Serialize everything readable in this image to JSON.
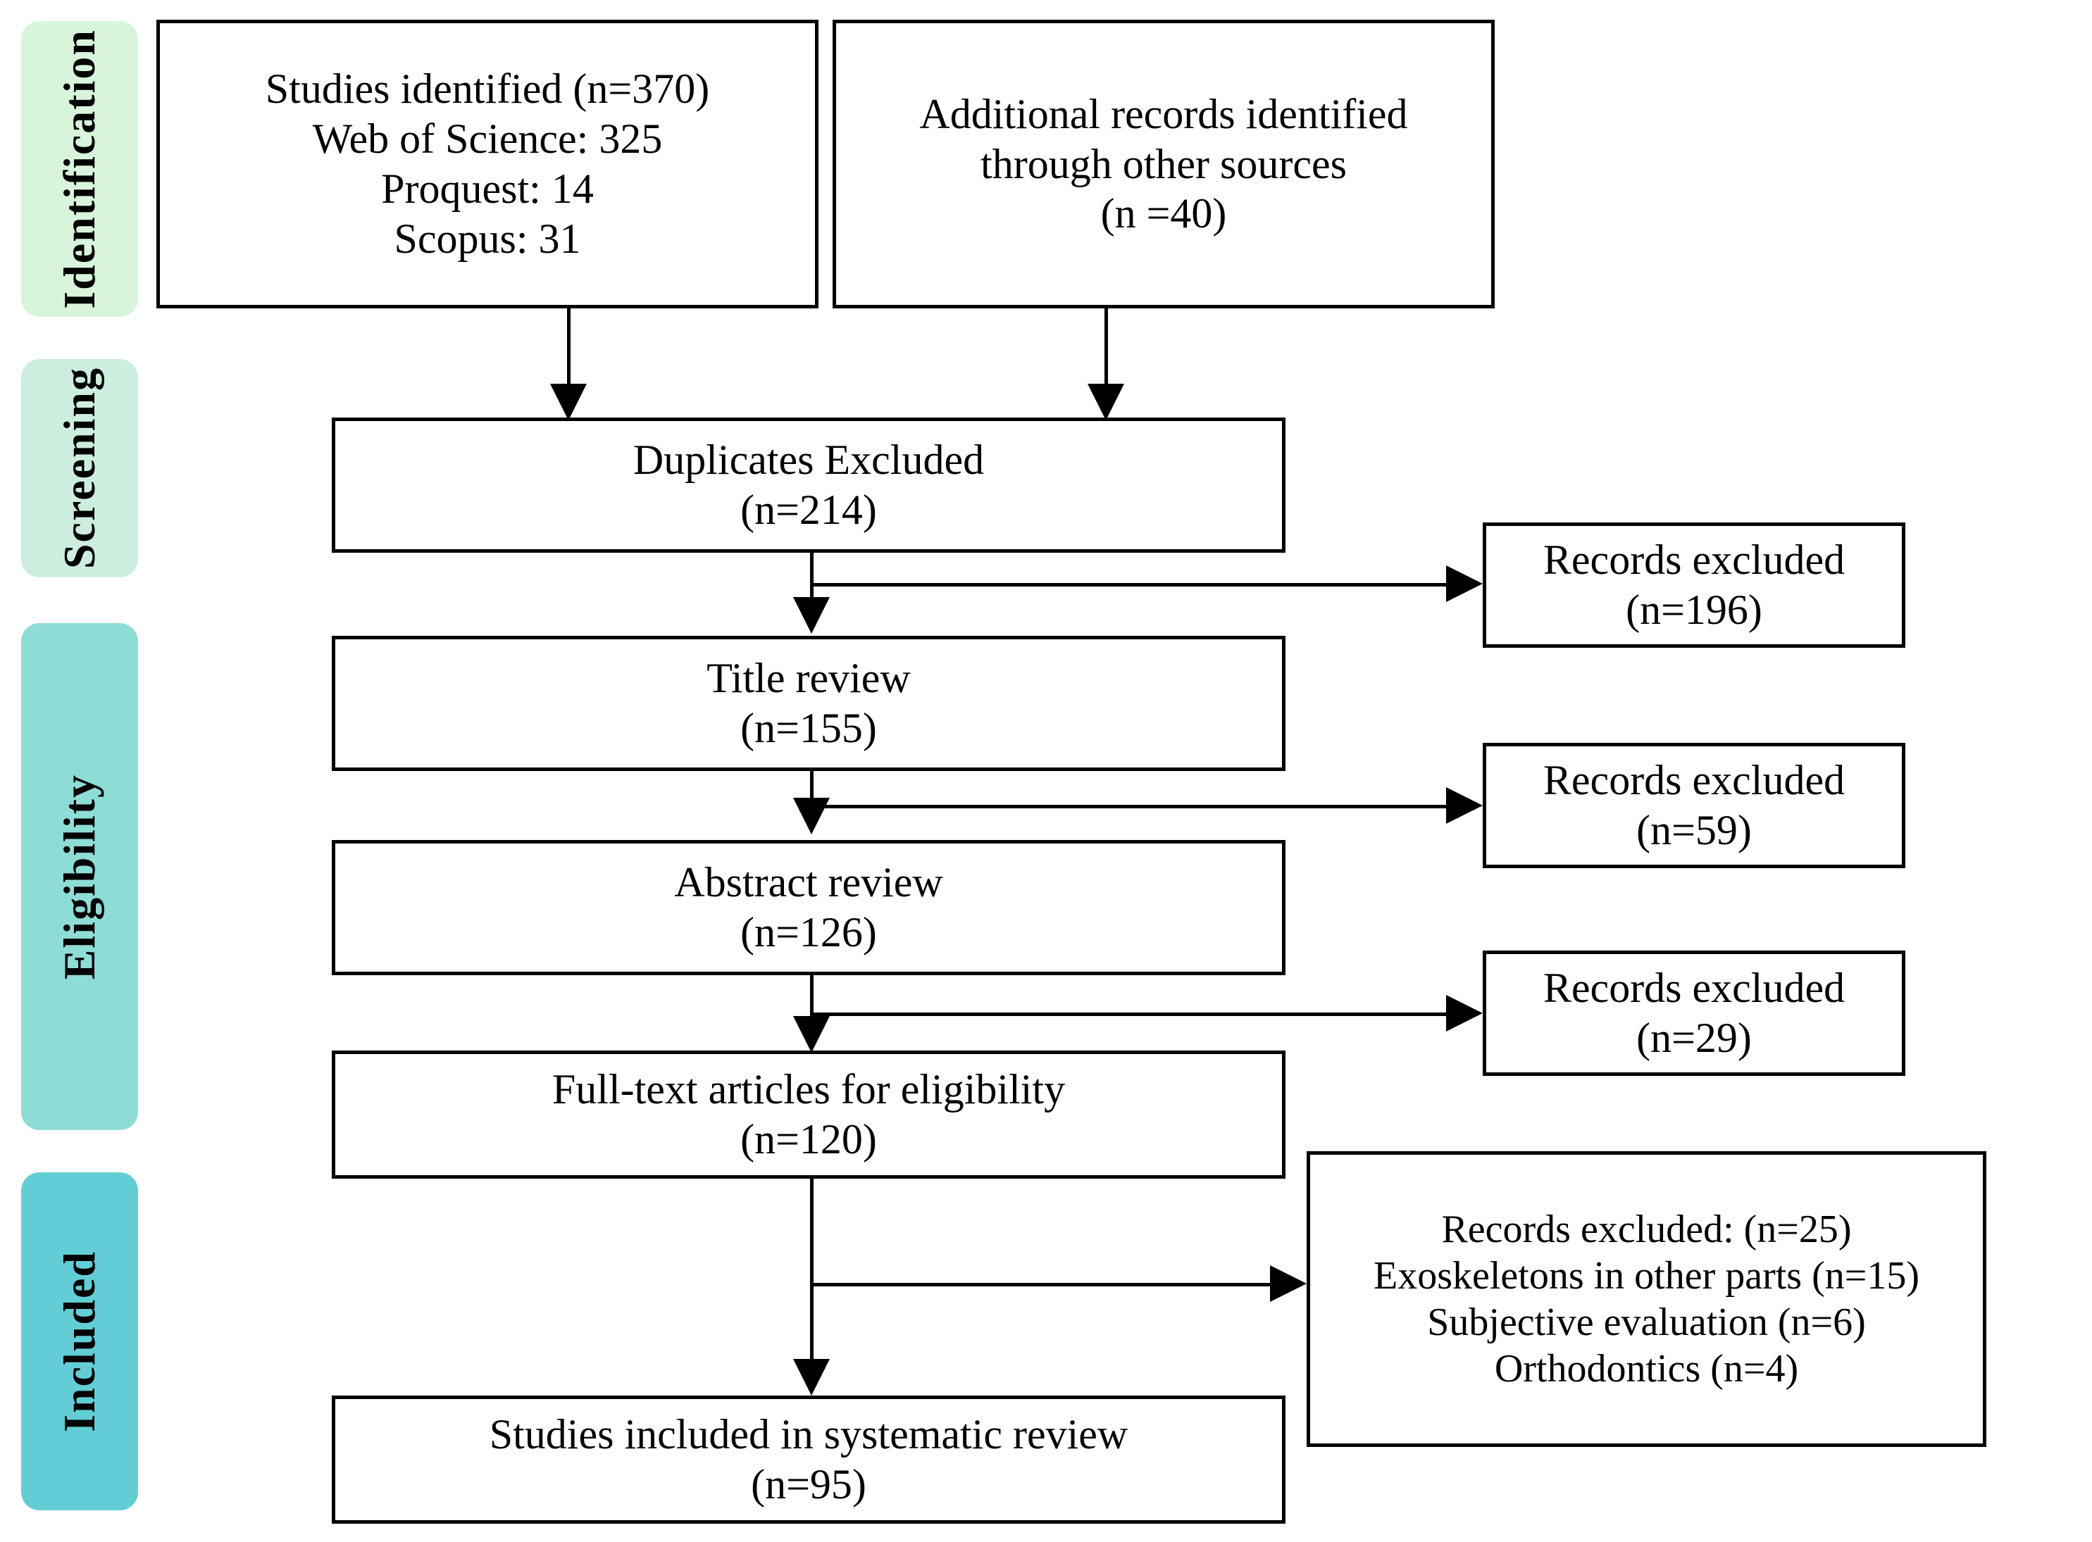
{
  "diagram": {
    "type": "PRISMA flow diagram",
    "stages": [
      {
        "id": "identification",
        "label": "Identification",
        "color": "#d8f5dc"
      },
      {
        "id": "screening",
        "label": "Screening",
        "color": "#cdeede"
      },
      {
        "id": "eligibility",
        "label": "Eligibility",
        "color": "#8edcd6"
      },
      {
        "id": "included",
        "label": "Included",
        "color": "#63cdd5"
      }
    ],
    "boxes": {
      "identified": {
        "lines": [
          "Studies identified (n=370)",
          "Web of Science: 325",
          "Proquest: 14",
          "Scopus: 31"
        ]
      },
      "additional": {
        "lines": [
          "Additional records identified",
          "through other sources",
          "(n =40)"
        ]
      },
      "duplicates": {
        "lines": [
          "Duplicates Excluded",
          "(n=214)"
        ]
      },
      "title_review": {
        "lines": [
          "Title review",
          "(n=155)"
        ]
      },
      "abstract_review": {
        "lines": [
          "Abstract review",
          "(n=126)"
        ]
      },
      "fulltext": {
        "lines": [
          "Full-text articles for eligibility",
          "(n=120)"
        ]
      },
      "included_studies": {
        "lines": [
          "Studies included in systematic review",
          "(n=95)"
        ]
      },
      "excluded_196": {
        "lines": [
          "Records excluded",
          "(n=196)"
        ]
      },
      "excluded_59": {
        "lines": [
          "Records excluded",
          "(n=59)"
        ]
      },
      "excluded_29": {
        "lines": [
          "Records excluded",
          "(n=29)"
        ]
      },
      "excluded_detail": {
        "lines": [
          "Records excluded: (n=25)",
          "Exoskeletons in other parts (n=15)",
          "Subjective evaluation (n=6)",
          "Orthodontics (n=4)"
        ]
      }
    }
  }
}
